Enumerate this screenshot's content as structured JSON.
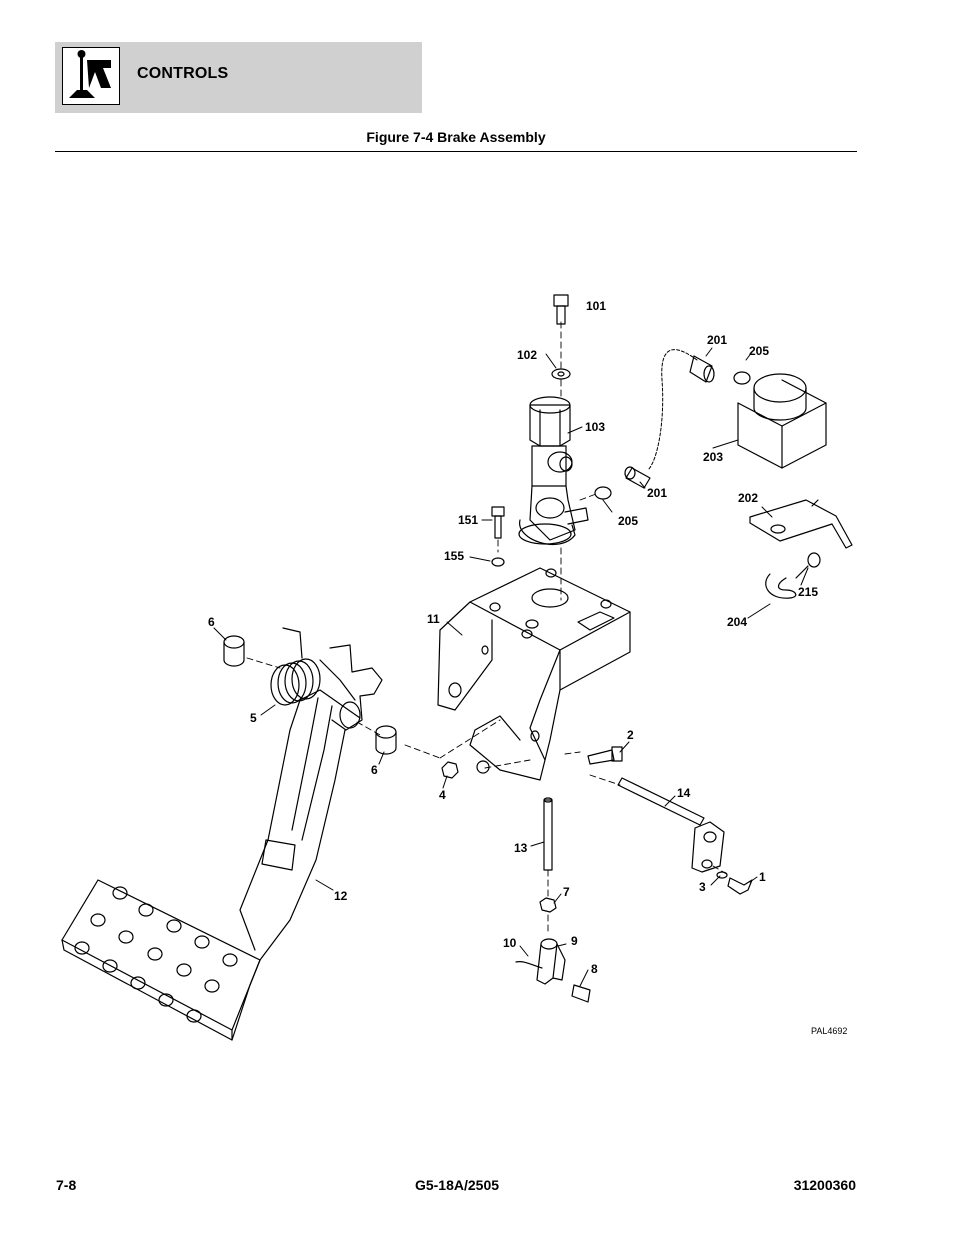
{
  "header": {
    "section_title": "CONTROLS",
    "icon": "joystick-control-icon"
  },
  "figure": {
    "title": "Figure 7-4 Brake Assembly",
    "code": "PAL4692",
    "callouts": [
      {
        "id": "c101",
        "label": "101"
      },
      {
        "id": "c102",
        "label": "102"
      },
      {
        "id": "c103",
        "label": "103"
      },
      {
        "id": "c151",
        "label": "151"
      },
      {
        "id": "c155",
        "label": "155"
      },
      {
        "id": "c201a",
        "label": "201"
      },
      {
        "id": "c201b",
        "label": "201"
      },
      {
        "id": "c205a",
        "label": "205"
      },
      {
        "id": "c205b",
        "label": "205"
      },
      {
        "id": "c203",
        "label": "203"
      },
      {
        "id": "c202",
        "label": "202"
      },
      {
        "id": "c215",
        "label": "215"
      },
      {
        "id": "c204",
        "label": "204"
      },
      {
        "id": "c6a",
        "label": "6"
      },
      {
        "id": "c6b",
        "label": "6"
      },
      {
        "id": "c11",
        "label": "11"
      },
      {
        "id": "c5",
        "label": "5"
      },
      {
        "id": "c2",
        "label": "2"
      },
      {
        "id": "c4",
        "label": "4"
      },
      {
        "id": "c14",
        "label": "14"
      },
      {
        "id": "c13",
        "label": "13"
      },
      {
        "id": "c12",
        "label": "12"
      },
      {
        "id": "c3",
        "label": "3"
      },
      {
        "id": "c1",
        "label": "1"
      },
      {
        "id": "c7",
        "label": "7"
      },
      {
        "id": "c10",
        "label": "10"
      },
      {
        "id": "c9",
        "label": "9"
      },
      {
        "id": "c8",
        "label": "8"
      }
    ]
  },
  "footer": {
    "page_number": "7-8",
    "model": "G5-18A/2505",
    "document_number": "31200360"
  }
}
